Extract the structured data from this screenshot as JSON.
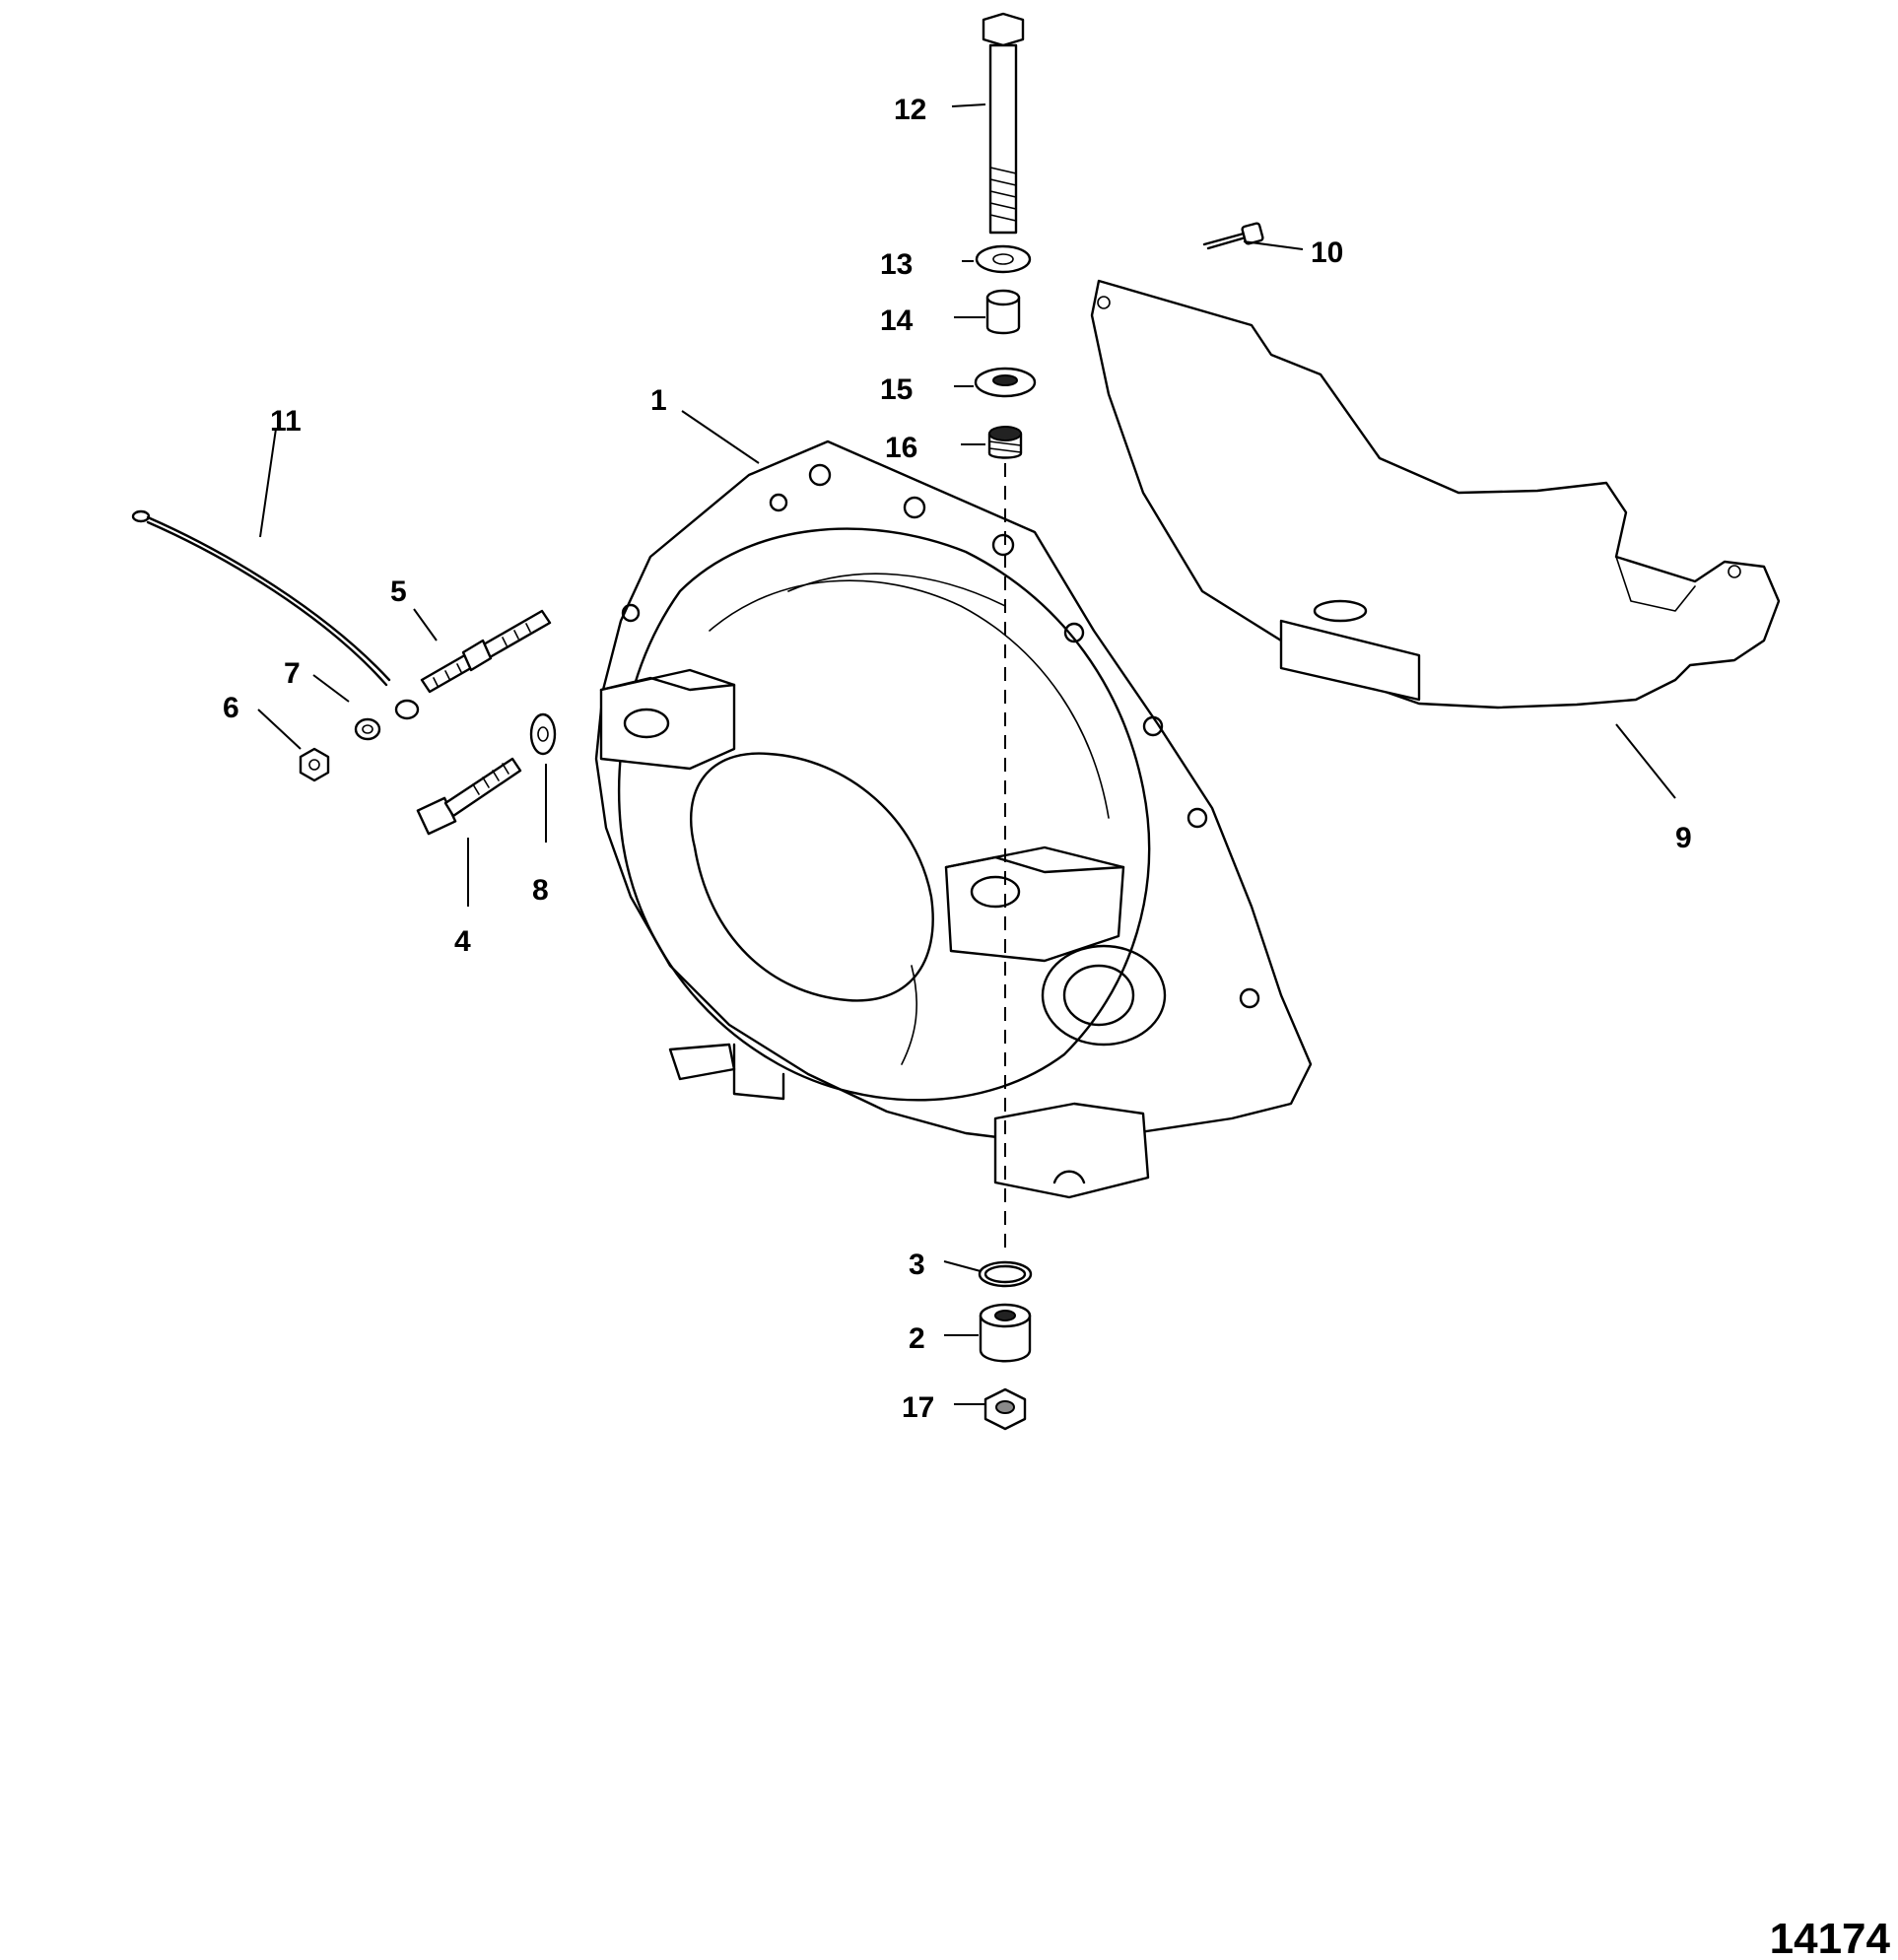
{
  "diagram": {
    "figure_number": "14174",
    "callouts": {
      "c1": "1",
      "c2": "2",
      "c3": "3",
      "c4": "4",
      "c5": "5",
      "c6": "6",
      "c7": "7",
      "c8": "8",
      "c9": "9",
      "c10": "10",
      "c11": "11",
      "c12": "12",
      "c13": "13",
      "c14": "14",
      "c15": "15",
      "c16": "16",
      "c17": "17"
    }
  }
}
